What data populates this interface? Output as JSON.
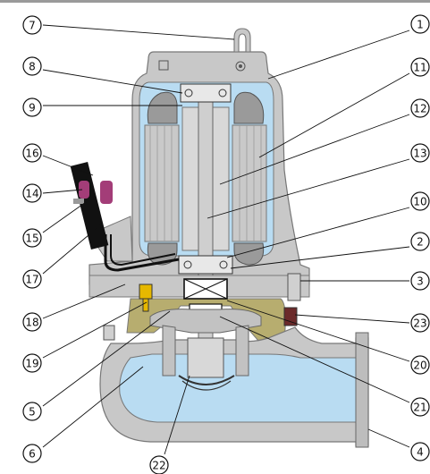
{
  "callouts": [
    {
      "id": "1",
      "label": "1"
    },
    {
      "id": "2",
      "label": "2"
    },
    {
      "id": "3",
      "label": "3"
    },
    {
      "id": "4",
      "label": "4"
    },
    {
      "id": "5",
      "label": "5"
    },
    {
      "id": "6",
      "label": "6"
    },
    {
      "id": "7",
      "label": "7"
    },
    {
      "id": "8",
      "label": "8"
    },
    {
      "id": "9",
      "label": "9"
    },
    {
      "id": "10",
      "label": "10"
    },
    {
      "id": "11",
      "label": "11"
    },
    {
      "id": "12",
      "label": "12"
    },
    {
      "id": "13",
      "label": "13"
    },
    {
      "id": "14",
      "label": "14"
    },
    {
      "id": "15",
      "label": "15"
    },
    {
      "id": "16",
      "label": "16"
    },
    {
      "id": "17",
      "label": "17"
    },
    {
      "id": "18",
      "label": "18"
    },
    {
      "id": "19",
      "label": "19"
    },
    {
      "id": "20",
      "label": "20"
    },
    {
      "id": "21",
      "label": "21"
    },
    {
      "id": "22",
      "label": "22"
    },
    {
      "id": "23",
      "label": "23"
    }
  ],
  "colors": {
    "casing": "#c8c8c8",
    "casing_stroke": "#777777",
    "coolant": "#b9dcf2",
    "winding": "#c9c9c9",
    "winding_coil": "#9a9a9a",
    "oil": "#b7ad6f",
    "cable": "#111111",
    "plug": "#a33d78",
    "sensor": "#e6b800",
    "top_bar": "#9a9a9a"
  }
}
